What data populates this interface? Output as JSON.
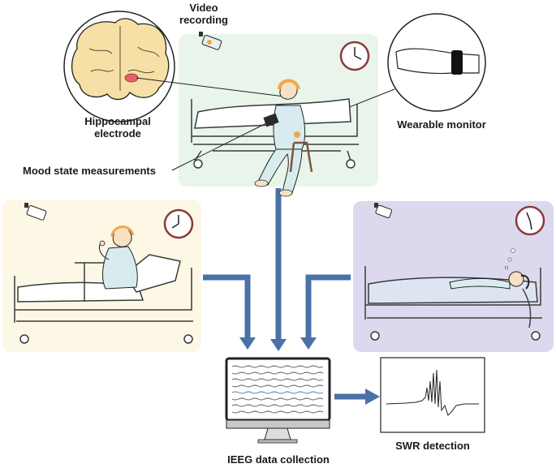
{
  "labels": {
    "video_recording_line1": "Video",
    "video_recording_line2": "recording",
    "hippocampal_line1": "Hippocampal",
    "hippocampal_line2": "electrode",
    "wearable_monitor": "Wearable monitor",
    "mood_state": "Mood state measurements",
    "ieeg": "IEEG data collection",
    "swr": "SWR detection"
  },
  "colors": {
    "awake_panel": "#e9f4ea",
    "rest_panel": "#fdf7e6",
    "sleep_panel": "#dcd9ee",
    "arrow": "#4a72a6",
    "hair_cap": "#f2a84a",
    "skin": "#f7e1c4",
    "gown": "#d8ecef",
    "blanket_sleep": "#dfe4f3",
    "brain": "#f6e0a6",
    "bed": "#3a3a3a"
  },
  "icons": [
    "camera-icon",
    "clock-icon",
    "brain-icon",
    "wrist-monitor-icon",
    "monitor-icon",
    "bed-icon",
    "patient-icon",
    "sleep-z-icon"
  ]
}
